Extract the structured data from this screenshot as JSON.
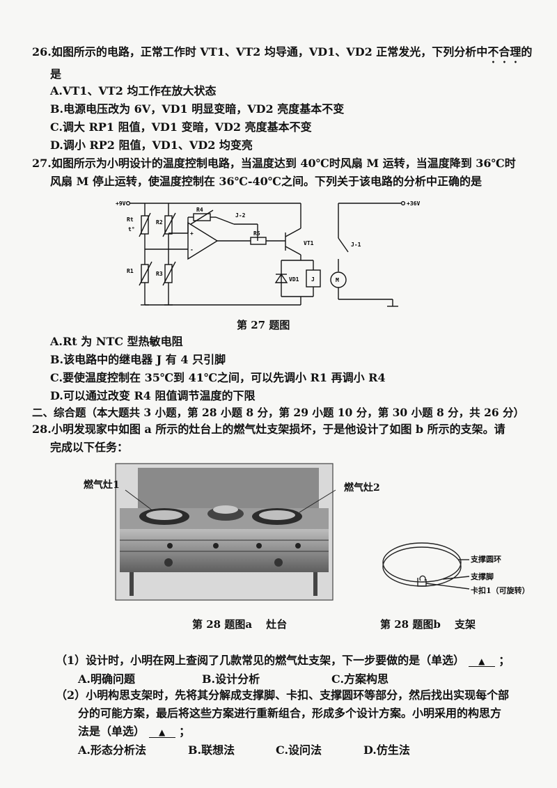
{
  "q26": {
    "stem_1a": "26.如图所示的电路，正常工作时 VT1、VT2 均导通，VD1、VD2 正常发光，下列分析中",
    "stem_1b": "不合理",
    "stem_1c": "的",
    "stem_2": "是",
    "options": [
      "A.VT1、VT2 均工作在放大状态",
      "B.电源电压改为 6V，VD1 明显变暗，VD2 亮度基本不变",
      "C.调大 RP1 阻值，VD1 变暗，VD2 亮度基本不变",
      "D.调小 RP2 阻值，VD1、VD2 均变亮"
    ]
  },
  "q27": {
    "stem_1": "27.如图所示为小明设计的温度控制电路，当温度达到 40℃时风扇 M 运转，当温度降到 36℃时",
    "stem_2": "风扇 M 停止运转，使温度控制在 36℃-40℃之间。下列关于该电路的分析中正确的是",
    "labels": {
      "v9": "+9V",
      "v36": "+36V",
      "rt": "Rt",
      "t": "t°",
      "r1": "R1",
      "r2": "R2",
      "r3": "R3",
      "r4": "R4",
      "r5": "R5",
      "j2": "J-2",
      "j1": "J-1",
      "vt1": "VT1",
      "vd1": "VD1",
      "j": "J",
      "m": "M",
      "plus": "+",
      "minus": "-"
    },
    "caption": "第 27 题图",
    "options": [
      "A.Rt 为 NTC 型热敏电阻",
      "B.该电路中的继电器 J 有 4 只引脚",
      "C.要使温度控制在 35℃到 41℃之间，可以先调小 R1 再调小 R4",
      "D.可以通过改变 R4 阻值调节温度的下限"
    ]
  },
  "section2": "二、综合题（本大题共 3 小题，第 28 小题 8 分，第 29 小题 10 分，第 30 小题 8 分，共 26 分）",
  "q28": {
    "stem_1": "28.小明发现家中如图 a 所示的灶台上的燃气灶支架损坏，于是他设计了如图 b 所示的支架。请",
    "stem_2": "完成以下任务：",
    "fig_a_labels": {
      "burner1": "燃气灶1",
      "burner2": "燃气灶2"
    },
    "fig_b_labels": {
      "ring": "支撑圆环",
      "foot": "支撑脚",
      "clip": "卡扣1（可旋转）"
    },
    "caption_a": "第 28 题图a　 灶台",
    "caption_b": "第 28 题图b　 支架",
    "sub1_text": "（1）设计时，小明在网上查阅了几款常见的燃气灶支架，下一步要做的是（单选）",
    "sub1_end": "；",
    "sub1_options": [
      "A.明确问题",
      "B.设计分析",
      "C.方案构思"
    ],
    "sub2_line1": "（2）小明构思支架时，先将其分解成支撑脚、卡扣、支撑圆环等部分，然后找出实现每个部",
    "sub2_line2": "分的可能方案，最后将这些方案进行重新组合，形成多个设计方案。小明采用的构思方",
    "sub2_line3": "法是（单选）",
    "sub2_end": "；",
    "sub2_options": [
      "A.形态分析法",
      "B.联想法",
      "C.设问法",
      "D.仿生法"
    ],
    "blank_mark": "▲"
  }
}
